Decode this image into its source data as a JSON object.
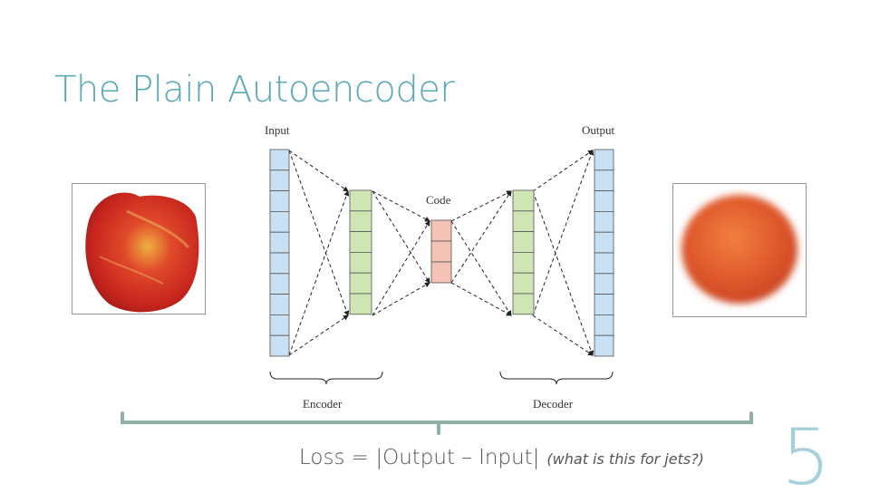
{
  "slide": {
    "title": "The Plain Autoencoder",
    "number": "5"
  },
  "diagram": {
    "input_label": "Input",
    "output_label": "Output",
    "code_label": "Code",
    "encoder_label": "Encoder",
    "decoder_label": "Decoder",
    "layers": [
      {
        "role": "input",
        "cells": 10,
        "color": "#c8e0f4"
      },
      {
        "role": "hidden-encoder",
        "cells": 6,
        "color": "#cfe6b4"
      },
      {
        "role": "code",
        "cells": 3,
        "color": "#f4c2b6"
      },
      {
        "role": "hidden-decoder",
        "cells": 6,
        "color": "#cfe6b4"
      },
      {
        "role": "output",
        "cells": 10,
        "color": "#c8e0f4"
      }
    ]
  },
  "images": {
    "input_image": "original-apple-photo",
    "output_image": "reconstructed-blurry-apple"
  },
  "loss": {
    "formula": "Loss = |Output – Input|",
    "note": "(what is this for jets?)"
  },
  "colors": {
    "title": "#5aa9b7",
    "bracket": "#8fb0a6",
    "slide_number": "#a5d2da"
  }
}
